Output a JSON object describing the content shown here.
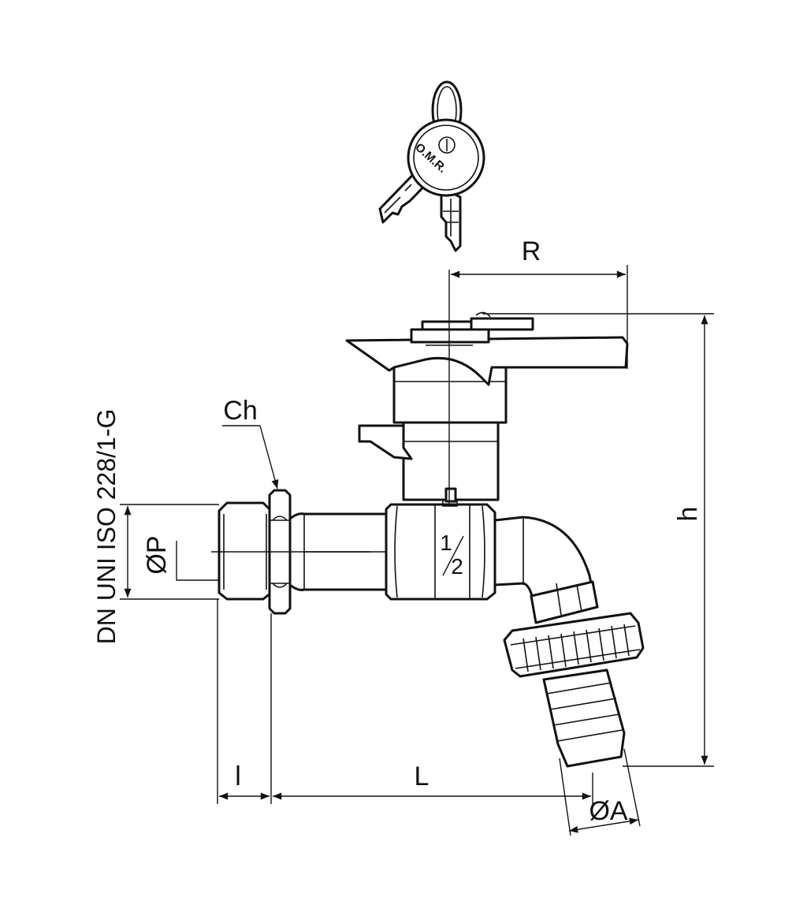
{
  "labels": {
    "R": "R",
    "h": "h",
    "Ch": "Ch",
    "P": "ØP",
    "l": "l",
    "L": "L",
    "A": "ØA",
    "size_num": "1",
    "size_den": "2",
    "standard": "DN UNI ISO 228/1-G",
    "key_brand": "O.M.R."
  },
  "colors": {
    "line": "#111111",
    "background": "#ffffff"
  }
}
